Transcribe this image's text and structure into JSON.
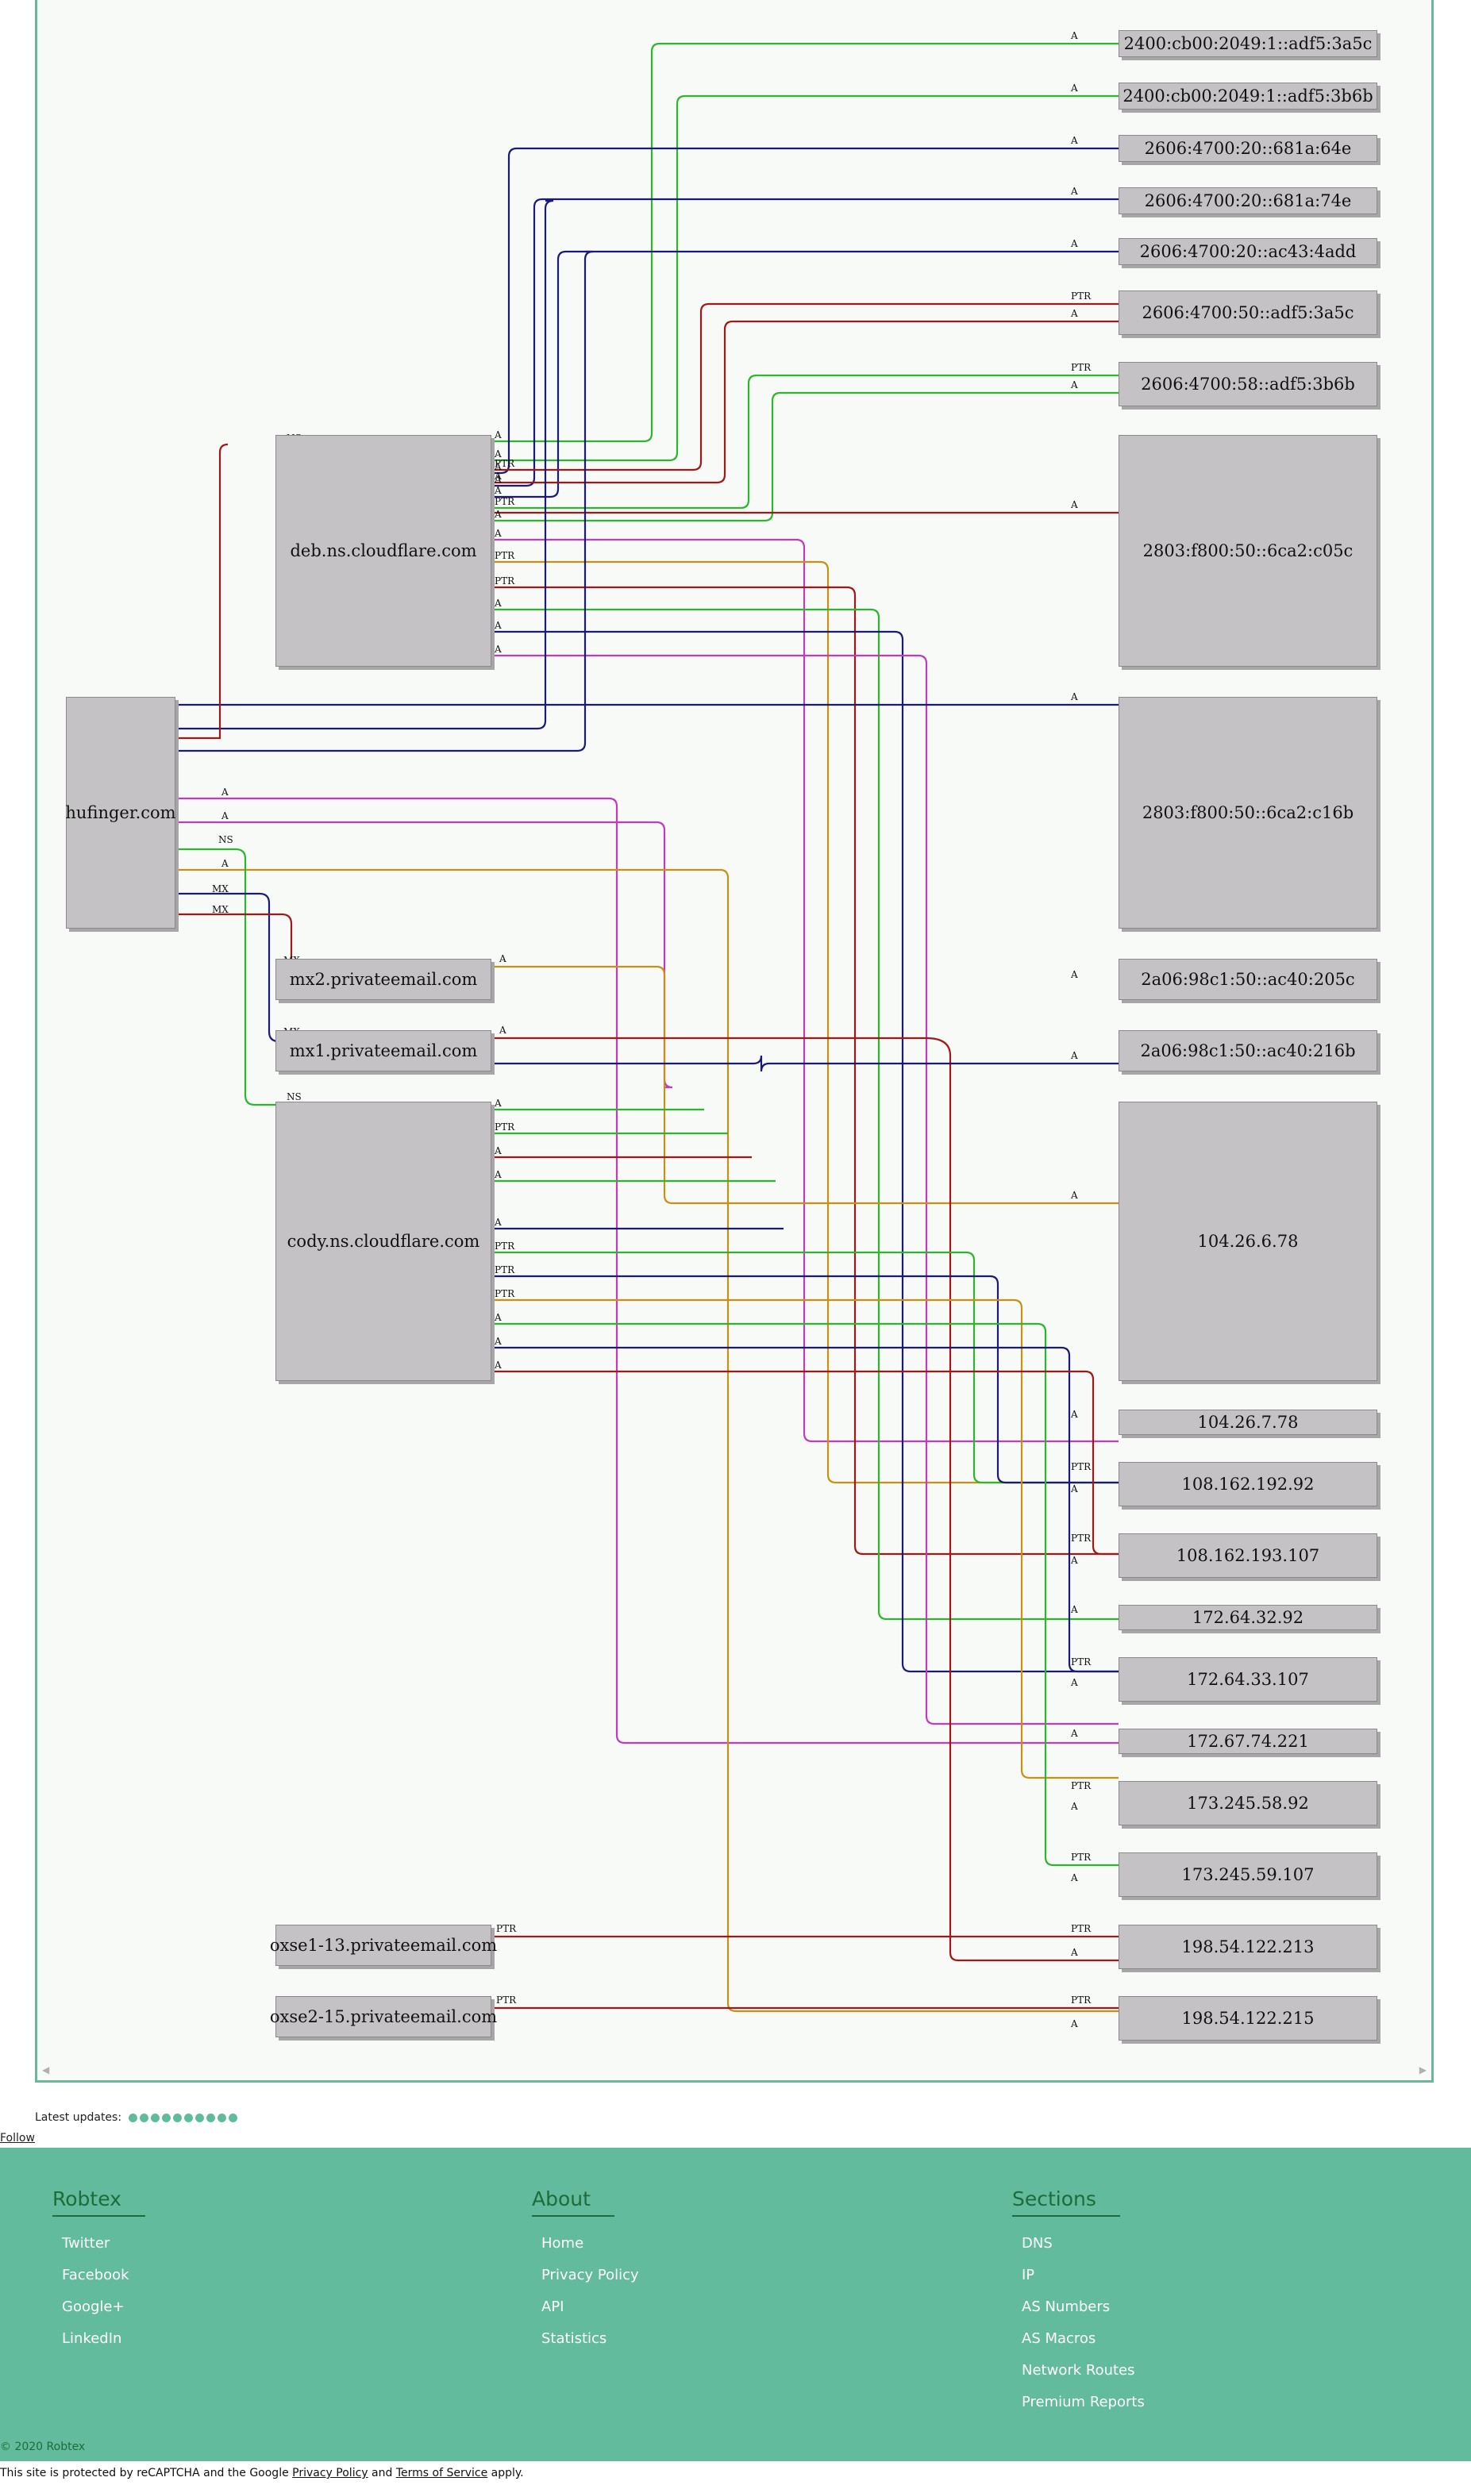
{
  "graph": {
    "nodes": [
      {
        "id": "hufinger",
        "label": "hufinger.com"
      },
      {
        "id": "deb",
        "label": "deb.ns.cloudflare.com"
      },
      {
        "id": "mx2",
        "label": "mx2.privateemail.com"
      },
      {
        "id": "mx1",
        "label": "mx1.privateemail.com"
      },
      {
        "id": "cody",
        "label": "cody.ns.cloudflare.com"
      },
      {
        "id": "oxse1",
        "label": "oxse1-13.privateemail.com"
      },
      {
        "id": "oxse2",
        "label": "oxse2-15.privateemail.com"
      },
      {
        "id": "ip1",
        "label": "2400:cb00:2049:1::adf5:3a5c"
      },
      {
        "id": "ip2",
        "label": "2400:cb00:2049:1::adf5:3b6b"
      },
      {
        "id": "ip3",
        "label": "2606:4700:20::681a:64e"
      },
      {
        "id": "ip4",
        "label": "2606:4700:20::681a:74e"
      },
      {
        "id": "ip5",
        "label": "2606:4700:20::ac43:4add"
      },
      {
        "id": "ip6",
        "label": "2606:4700:50::adf5:3a5c"
      },
      {
        "id": "ip7",
        "label": "2606:4700:58::adf5:3b6b"
      },
      {
        "id": "ip8",
        "label": "2803:f800:50::6ca2:c05c"
      },
      {
        "id": "ip9",
        "label": "2803:f800:50::6ca2:c16b"
      },
      {
        "id": "ip10",
        "label": "2a06:98c1:50::ac40:205c"
      },
      {
        "id": "ip11",
        "label": "2a06:98c1:50::ac40:216b"
      },
      {
        "id": "ip12",
        "label": "104.26.6.78"
      },
      {
        "id": "ip13",
        "label": "104.26.7.78"
      },
      {
        "id": "ip14",
        "label": "108.162.192.92"
      },
      {
        "id": "ip15",
        "label": "108.162.193.107"
      },
      {
        "id": "ip16",
        "label": "172.64.32.92"
      },
      {
        "id": "ip17",
        "label": "172.64.33.107"
      },
      {
        "id": "ip18",
        "label": "172.67.74.221"
      },
      {
        "id": "ip19",
        "label": "173.245.58.92"
      },
      {
        "id": "ip20",
        "label": "173.245.59.107"
      },
      {
        "id": "ip21",
        "label": "198.54.122.213"
      },
      {
        "id": "ip22",
        "label": "198.54.122.215"
      }
    ],
    "record_types": {
      "a": "A",
      "ptr": "PTR",
      "ns": "NS",
      "mx": "MX"
    },
    "edge_colors": {
      "red": "#a01818",
      "green": "#2db52d",
      "navy": "#1a1a78",
      "magenta": "#c23bbd",
      "orange": "#c99013"
    }
  },
  "latest_updates": {
    "label": "Latest updates:",
    "dot_color": "#5ebc9c"
  },
  "follow": "Follow",
  "footer": {
    "columns": [
      {
        "title": "Robtex",
        "links": [
          "Twitter",
          "Facebook",
          "Google+",
          "LinkedIn"
        ]
      },
      {
        "title": "About",
        "links": [
          "Home",
          "Privacy Policy",
          "API",
          "Statistics"
        ]
      },
      {
        "title": "Sections",
        "links": [
          "DNS",
          "IP",
          "AS Numbers",
          "AS Macros",
          "Network Routes",
          "Premium Reports"
        ]
      }
    ],
    "copyright": "© 2020 Robtex"
  },
  "recaptcha": {
    "prefix": "This site is protected by reCAPTCHA and the Google ",
    "privacy": "Privacy Policy",
    "and": " and ",
    "terms": "Terms of Service",
    "suffix": " apply."
  }
}
